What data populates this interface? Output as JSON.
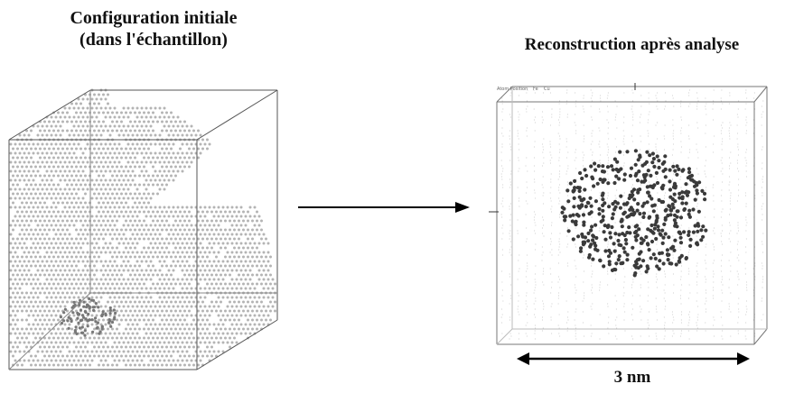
{
  "left_panel": {
    "title_line1": "Configuration initiale",
    "title_line2": "(dans l'échantillon)"
  },
  "right_panel": {
    "title": "Reconstruction après analyse",
    "legend_items": [
      "Atom Position",
      "Fe",
      "Cu"
    ]
  },
  "scale_bar": {
    "label": "3 nm"
  },
  "colors": {
    "matrix_atoms": "#b4b4b4",
    "cluster_atoms": "#3a3a3a",
    "cube_edges": "#555555",
    "arrow": "#000000"
  }
}
